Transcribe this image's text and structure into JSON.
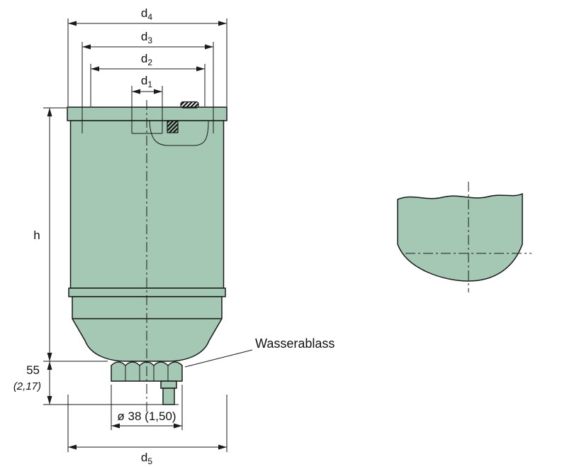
{
  "drawing": {
    "dims": {
      "d1": {
        "base": "d",
        "sub": "1"
      },
      "d2": {
        "base": "d",
        "sub": "2"
      },
      "d3": {
        "base": "d",
        "sub": "3"
      },
      "d4": {
        "base": "d",
        "sub": "4"
      },
      "d5": {
        "base": "d",
        "sub": "5"
      },
      "height_main": "h",
      "height_lower_mm": "55",
      "height_lower_inch": "(2,17)",
      "drain_size": "ø 38 (1,50)"
    },
    "callouts": {
      "water_drain": "Wasserablass"
    },
    "colors": {
      "body_fill": "#a4c8b3",
      "line": "#1a1a1a",
      "background": "#ffffff"
    }
  }
}
